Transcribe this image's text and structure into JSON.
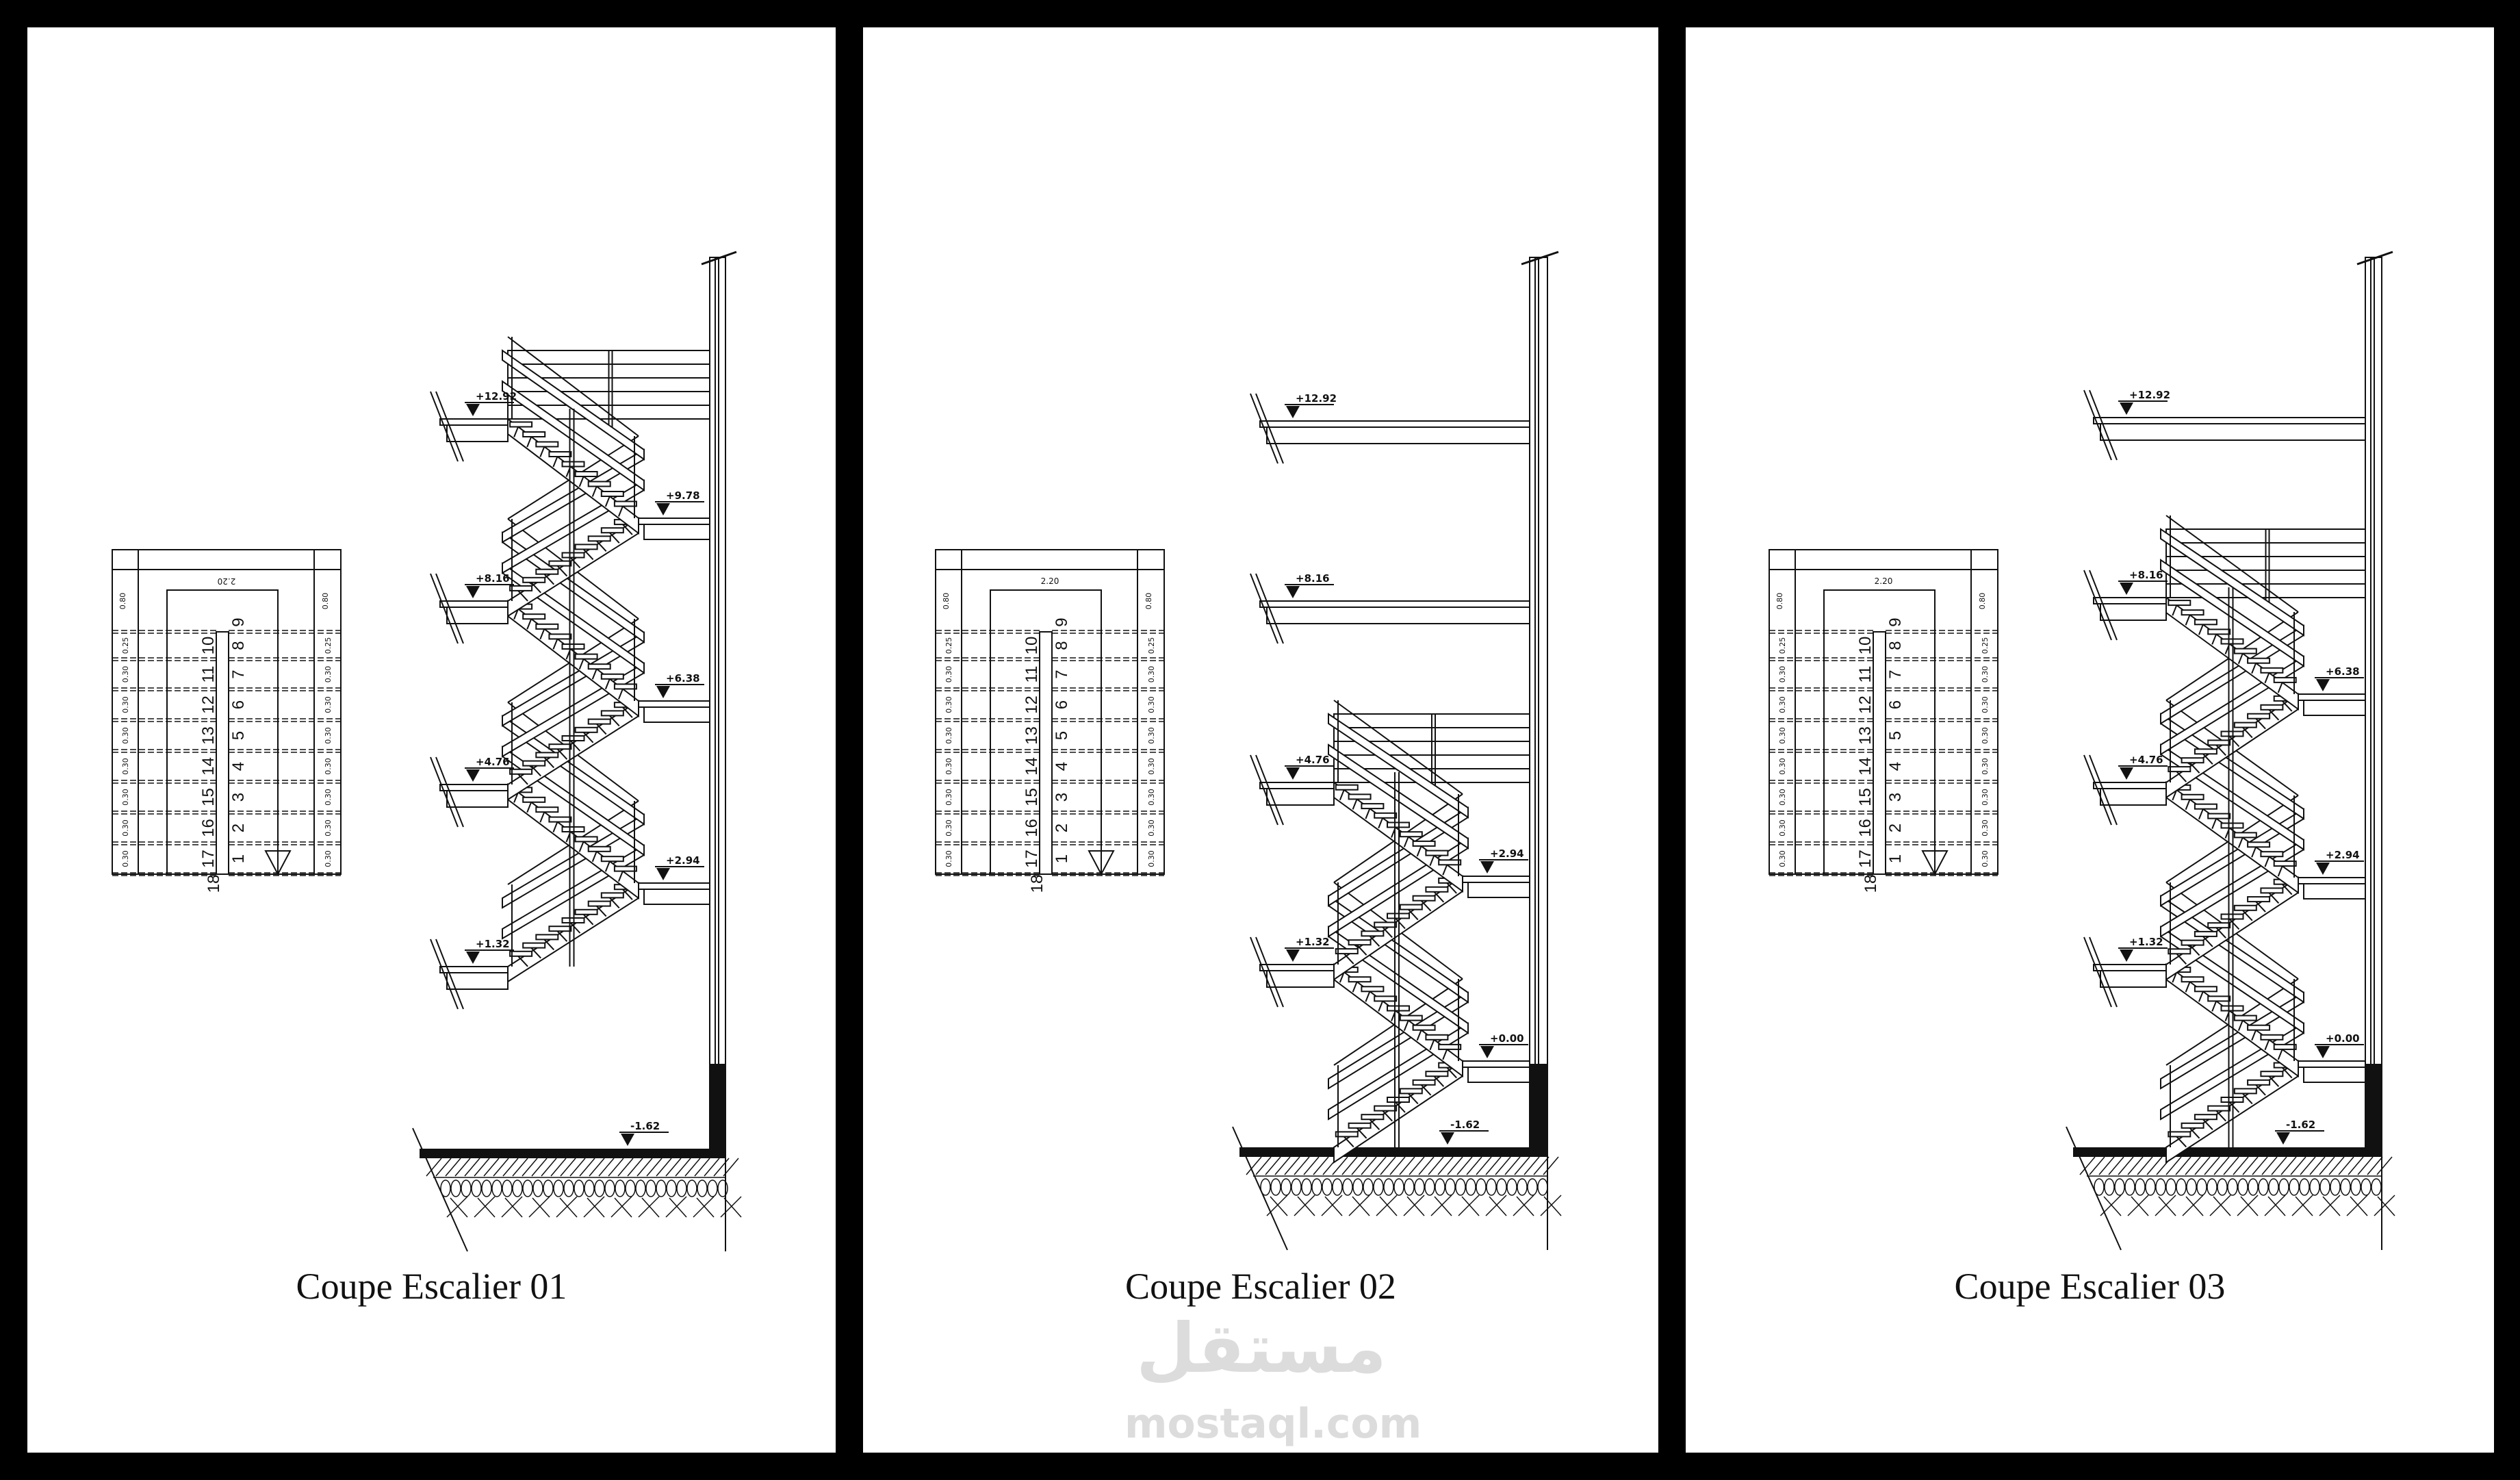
{
  "panels": [
    {
      "title": "Coupe Escalier 01",
      "levels": [
        "+12.92",
        "+9.78",
        "+8.16",
        "+6.38",
        "+4.76",
        "+2.94",
        "+1.32",
        "-1.62"
      ]
    },
    {
      "title": "Coupe Escalier 02",
      "levels": [
        "+12.92",
        "+8.16",
        "+4.76",
        "+2.94",
        "+1.32",
        "+0.00",
        "-1.62"
      ]
    },
    {
      "title": "Coupe Escalier 03",
      "levels": [
        "+12.92",
        "+8.16",
        "+6.38",
        "+4.76",
        "+2.94",
        "+1.32",
        "+0.00",
        "-1.62"
      ]
    }
  ],
  "plan": {
    "width_label": "2.20",
    "landing_label": "0.80",
    "first_tread_label": "0.25",
    "tread_label": "0.30",
    "left_steps": [
      "10",
      "11",
      "12",
      "13",
      "14",
      "15",
      "16",
      "17"
    ],
    "last_step": "18",
    "right_steps": [
      "8",
      "7",
      "6",
      "5",
      "4",
      "3",
      "2",
      "1"
    ],
    "turn_step": "9"
  },
  "watermark": {
    "arabic": "مستقل",
    "latin": "mostaql.com"
  }
}
